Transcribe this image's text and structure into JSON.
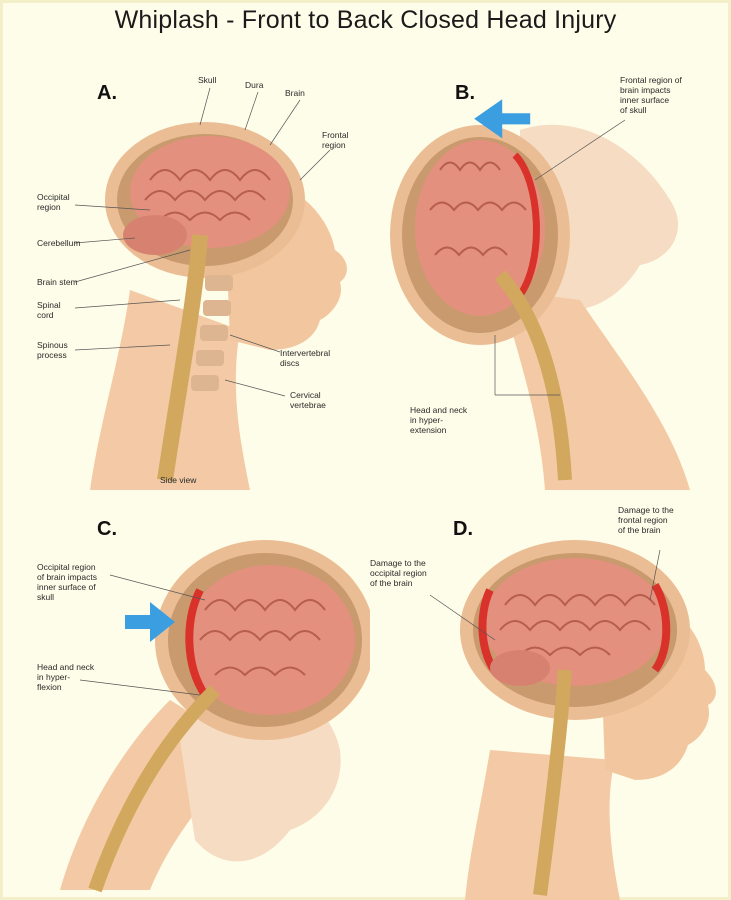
{
  "title": "Whiplash - Front to Back Closed Head Injury",
  "panels": {
    "a": {
      "letter": "A.",
      "labels": {
        "skull": "Skull",
        "dura": "Dura",
        "brain": "Brain",
        "frontal": "Frontal\nregion",
        "occipital": "Occipital\nregion",
        "cerebellum": "Cerebellum",
        "brainstem": "Brain stem",
        "spinal": "Spinal\ncord",
        "spinous": "Spinous\nprocess",
        "discs": "Intervertebral\ndiscs",
        "vertebrae": "Cervical\nvertebrae"
      },
      "caption": "Side view"
    },
    "b": {
      "letter": "B.",
      "labels": {
        "frontal_impact": "Frontal region of\nbrain impacts\ninner surface\nof skull",
        "hyperextension": "Head and neck\nin hyper-\nextension"
      }
    },
    "c": {
      "letter": "C.",
      "labels": {
        "occipital_impact": "Occipital region\nof brain impacts\ninner surface of\nskull",
        "hyperflexion": "Head and neck\nin hyper-\nflexion"
      }
    },
    "d": {
      "letter": "D.",
      "labels": {
        "occipital_damage": "Damage to the\noccipital region\nof the brain",
        "frontal_damage": "Damage to the\nfrontal region\nof the brain"
      }
    }
  },
  "colors": {
    "skin": "#f2c7a0",
    "skull": "#e9b58d",
    "brain": "#e4907e",
    "damage": "#d8322b",
    "spine": "#d7b08a",
    "arrow": "#3a9ee0"
  }
}
